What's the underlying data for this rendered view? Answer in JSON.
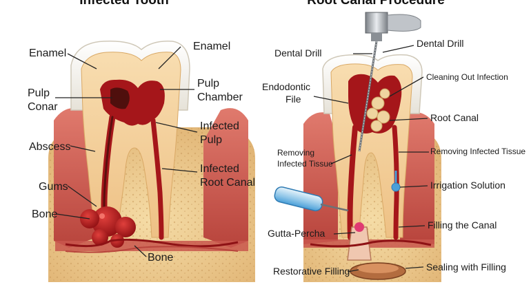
{
  "titles": {
    "left": "Infected Tooth",
    "right": "Root Canal Procedure"
  },
  "left_labels": {
    "enamel_left": "Enamel",
    "enamel_right": "Enamel",
    "pulp_conar_1": "Pulp",
    "pulp_conar_2": "Conar",
    "pulp_chamber_1": "Pulp",
    "pulp_chamber_2": "Chamber",
    "infected_pulp_1": "Infected",
    "infected_pulp_2": "Pulp",
    "abscess": "Abscess",
    "infected_root_canal_1": "Infected",
    "infected_root_canal_2": "Root Canal",
    "gums": "Gums",
    "bone_left": "Bone",
    "bone_bottom": "Bone"
  },
  "right_labels": {
    "dental_drill_left": "Dental Drill",
    "dental_drill_right": "Dental Drill",
    "endodontic_file_1": "Endodontic",
    "endodontic_file_2": "File",
    "cleaning_out_infection": "Cleaning Out Infection",
    "root_canal": "Root Canal",
    "removing_infected_tissue_left_1": "Removing",
    "removing_infected_tissue_left_2": "Infected Tissue",
    "removing_infected_tissue_right": "Removing Infected Tissue",
    "irrigation_solution": "Irrigation Solution",
    "gutta_percha": "Gutta-Percha",
    "filling_the_canal": "Filling the Canal",
    "restorative_filling": "Restorative Filling",
    "sealing_with_filling": "Sealing with Filling"
  },
  "colors": {
    "enamel": "#f3f1ec",
    "dentin": "#f1cf96",
    "pulp_infected": "#a5161a",
    "pulp_dark": "#3a0e0a",
    "gum": "#c9574e",
    "bone": "#ecc98c",
    "abscess": "#b4161c",
    "drill_metal": "#9a9ea3",
    "irrigation": "#4a9fd8"
  }
}
